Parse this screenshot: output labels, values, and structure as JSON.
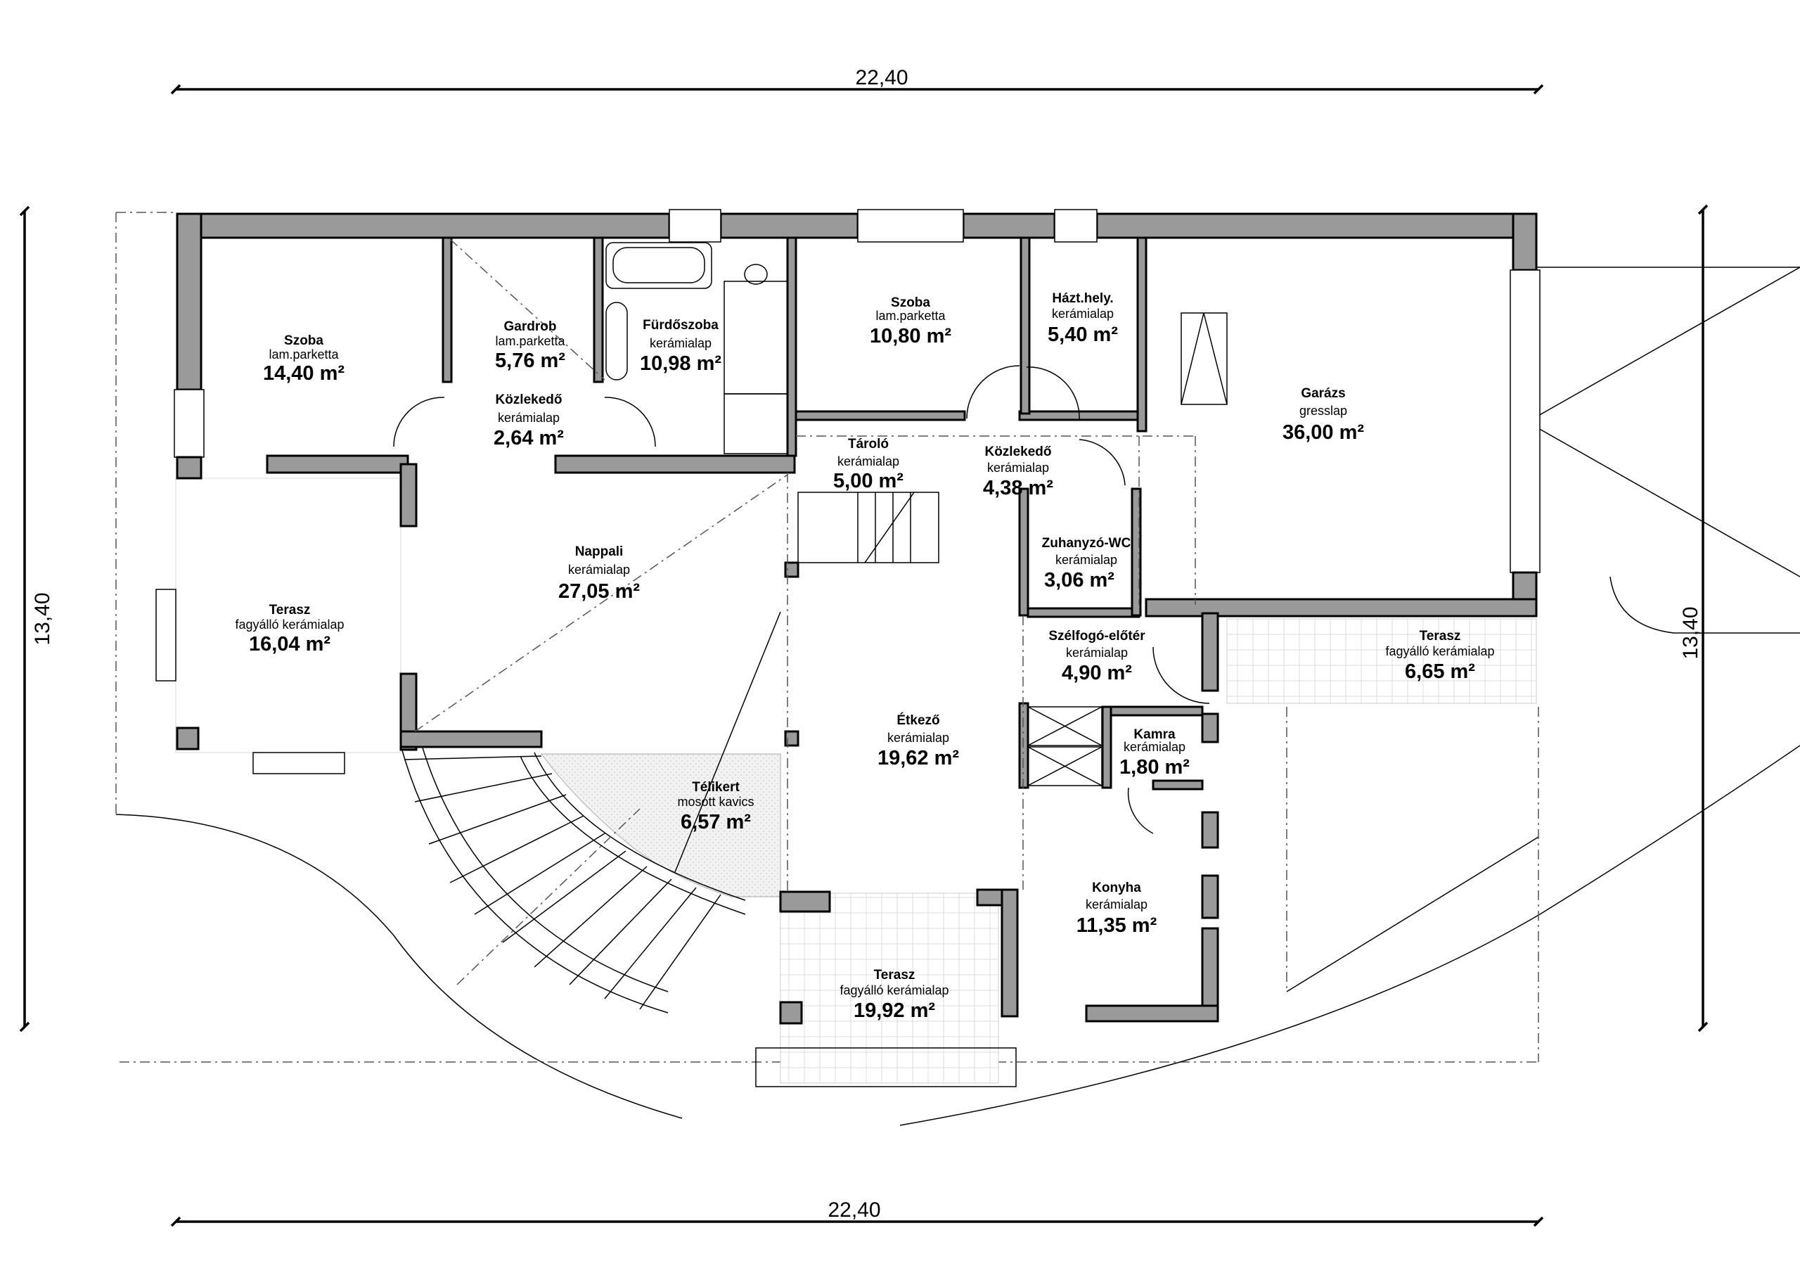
{
  "dimensions": {
    "top_width": "22,40",
    "bottom_width": "22,40",
    "left_depth": "13,40",
    "right_depth": "13,40"
  },
  "rooms": {
    "szoba1": {
      "name": "Szoba",
      "floor": "lam.parketta",
      "area": "14,40 m²"
    },
    "gardrob": {
      "name": "Gardrob",
      "floor": "lam.parketta",
      "area": "5,76 m²"
    },
    "furdo": {
      "name": "Fürdőszoba",
      "floor": "kerámialap",
      "area": "10,98 m²"
    },
    "kozl1": {
      "name": "Közlekedő",
      "floor": "kerámialap",
      "area": "2,64 m²"
    },
    "szoba2": {
      "name": "Szoba",
      "floor": "lam.parketta",
      "area": "10,80 m²"
    },
    "haztart": {
      "name": "Házt.hely.",
      "floor": "kerámialap",
      "area": "5,40 m²"
    },
    "garazs": {
      "name": "Garázs",
      "floor": "gresslap",
      "area": "36,00 m²"
    },
    "tarolo": {
      "name": "Tároló",
      "floor": "kerámialap",
      "area": "5,00 m²"
    },
    "kozl2": {
      "name": "Közlekedő",
      "floor": "kerámialap",
      "area": "4,38 m²"
    },
    "zuhany": {
      "name": "Zuhanyzó-WC",
      "floor": "kerámialap",
      "area": "3,06 m²"
    },
    "nappali": {
      "name": "Nappali",
      "floor": "kerámialap",
      "area": "27,05 m²"
    },
    "terasz1": {
      "name": "Terasz",
      "floor": "fagyálló kerámialap",
      "area": "16,04 m²"
    },
    "szelfogo": {
      "name": "Szélfogó-előtér",
      "floor": "kerámialap",
      "area": "4,90 m²"
    },
    "terasz2": {
      "name": "Terasz",
      "floor": "fagyálló kerámialap",
      "area": "6,65 m²"
    },
    "etkezo": {
      "name": "Étkező",
      "floor": "kerámialap",
      "area": "19,62 m²"
    },
    "kamra": {
      "name": "Kamra",
      "floor": "kerámialap",
      "area": "1,80 m²"
    },
    "telikert": {
      "name": "Télikert",
      "floor": "mosott kavics",
      "area": "6,57 m²"
    },
    "konyha": {
      "name": "Konyha",
      "floor": "kerámialap",
      "area": "11,35 m²"
    },
    "terasz3": {
      "name": "Terasz",
      "floor": "fagyálló kerámialap",
      "area": "19,92 m²"
    }
  },
  "colors": {
    "wall_fill": "#9a9a9a",
    "line": "#000000",
    "paving": "#d8d8d8"
  }
}
